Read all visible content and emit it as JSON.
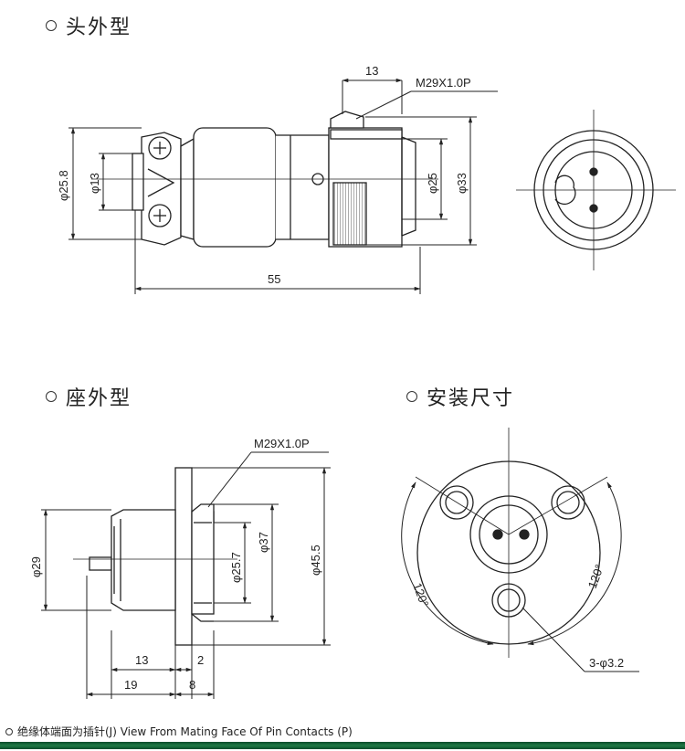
{
  "sections": {
    "head_type": "头外型",
    "socket_type": "座外型",
    "mounting": "安装尺寸"
  },
  "head_dims": {
    "len13": "13",
    "thread": "M29X1.0P",
    "d25_8": "φ25.8",
    "d13": "φ13",
    "d25": "φ25",
    "d33": "φ33",
    "len55": "55"
  },
  "socket_dims": {
    "thread": "M29X1.0P",
    "d29": "φ29",
    "d25_7": "φ25.7",
    "d37": "φ37",
    "d45_5": "φ45.5",
    "len13": "13",
    "len2": "2",
    "len19": "19",
    "len8": "8"
  },
  "mount_dims": {
    "angle_left": "120°",
    "angle_right": "120°",
    "holes": "3-φ3.2"
  },
  "footer": {
    "caption": "绝缘体端面为插针(J) View From Mating Face Of Pin Contacts (P)"
  },
  "colors": {
    "line": "#222222",
    "footer_bar": "#1f7a45"
  }
}
